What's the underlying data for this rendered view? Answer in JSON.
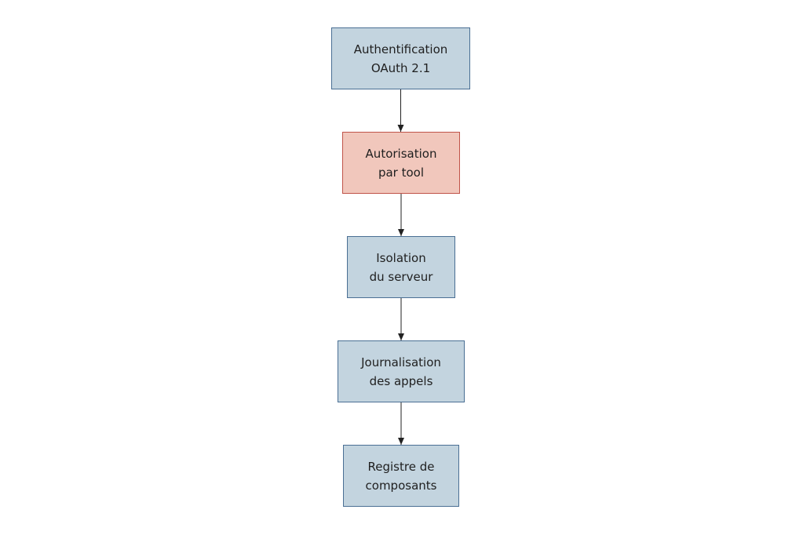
{
  "diagram": {
    "nodes": [
      {
        "id": "auth",
        "lines": [
          "Authentification",
          "OAuth 2.1"
        ],
        "style": "normal"
      },
      {
        "id": "authz",
        "lines": [
          "Autorisation",
          "par tool"
        ],
        "style": "highlight"
      },
      {
        "id": "isolation",
        "lines": [
          "Isolation",
          "du serveur"
        ],
        "style": "normal"
      },
      {
        "id": "logging",
        "lines": [
          "Journalisation",
          "des appels"
        ],
        "style": "normal"
      },
      {
        "id": "registry",
        "lines": [
          "Registre de",
          "composants"
        ],
        "style": "normal"
      }
    ],
    "edges": [
      {
        "from": "auth",
        "to": "authz"
      },
      {
        "from": "authz",
        "to": "isolation"
      },
      {
        "from": "isolation",
        "to": "logging"
      },
      {
        "from": "logging",
        "to": "registry"
      }
    ]
  },
  "colors": {
    "normal_fill": "#c3d4df",
    "normal_border": "#4a6f94",
    "highlight_fill": "#f1c7bc",
    "highlight_border": "#c0544a",
    "arrow": "#222222"
  }
}
